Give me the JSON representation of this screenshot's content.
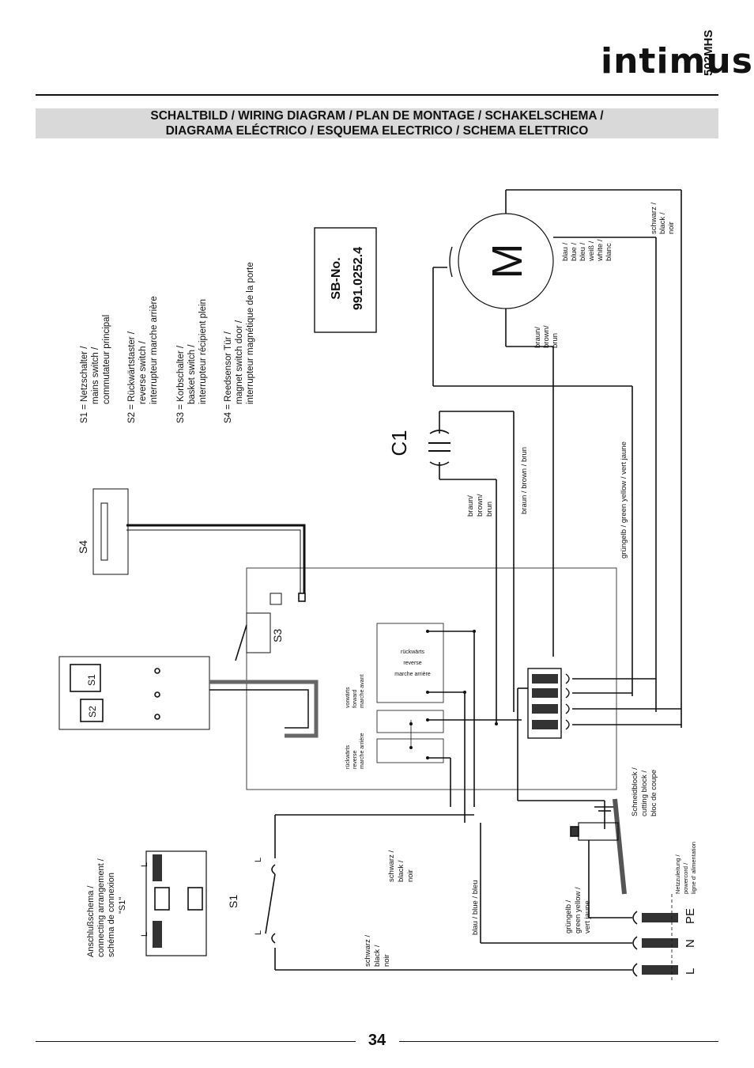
{
  "header": {
    "brand": "intimus",
    "model": "502MHS",
    "title_line1": "SCHALTBILD / WIRING DIAGRAM / PLAN DE MONTAGE / SCHAKELSCHEMA /",
    "title_line2": "DIAGRAMA ELÉCTRICO / ESQUEMA ELECTRICO / SCHEMA ELETTRICO"
  },
  "legend": {
    "s1": [
      "S1 = Netzschalter /",
      "mains switch /",
      "commutateur principal"
    ],
    "s2": [
      "S2 = Rückwärtstaster /",
      "reverse switch /",
      "interrupteur marche arrière"
    ],
    "s3": [
      "S3 = Korbschalter /",
      "basket switch /",
      "interrupteur récipient plein"
    ],
    "s4": [
      "S4 = Reedsensor Tür /",
      "magnet switch door /",
      "interrupteur magnétique de la porte"
    ]
  },
  "sb_number": [
    "SB-No.",
    "991.0252.4"
  ],
  "components": {
    "motor": "M",
    "capacitor": "C1",
    "s1": "S1",
    "s2": "S2",
    "s3": "S3",
    "s4": "S4",
    "terminal_l": "L",
    "terminal_n": "N",
    "terminal_pe": "PE"
  },
  "wire_labels": {
    "motor_blue": [
      "blau /",
      "blue /",
      "bleu /",
      "weiß /",
      "white /",
      "blanc"
    ],
    "motor_black": [
      "schwarz /",
      "black /",
      "noir"
    ],
    "motor_brown": [
      "braun/",
      "brown/",
      "brun"
    ],
    "cap_brown_short": [
      "braun/",
      "brown/",
      "brun"
    ],
    "cap_brown_long": "braun / brown / brun",
    "green_yellow_long": "grüngelb / green yellow / vert jaune",
    "green_yellow_short": [
      "grüngelb /",
      "green yellow /",
      "vert jaune"
    ],
    "blue_long": "blau / blue / bleu",
    "black_switch": [
      "schwarz /",
      "black /",
      "noir"
    ],
    "black_bottom": [
      "schwarz /",
      "black /",
      "noir"
    ],
    "cutting_block": [
      "Schneidblock /",
      "cutting block /",
      "bloc de coupe"
    ],
    "powercord": [
      "Netzzuleitung /",
      "powercord /",
      "ligne d' alimentation"
    ],
    "relay_reverse_top": [
      "rückwärts",
      "reverse",
      "marche arrière"
    ],
    "relay_forward": [
      "vorwärts",
      "forward",
      "marche avant"
    ],
    "relay_reverse_bottom": [
      "rückwärts",
      "reverse",
      "marche arrière"
    ]
  },
  "connection_scheme": {
    "label": [
      "Anschlußschema /",
      "connecting arrangement /",
      "schéma de connexion",
      "\"S1\""
    ],
    "pin_left": "L",
    "pin_right": "L",
    "switch_pin_top": "L",
    "switch_pin_bottom": "L"
  },
  "footer": {
    "page": "34"
  }
}
